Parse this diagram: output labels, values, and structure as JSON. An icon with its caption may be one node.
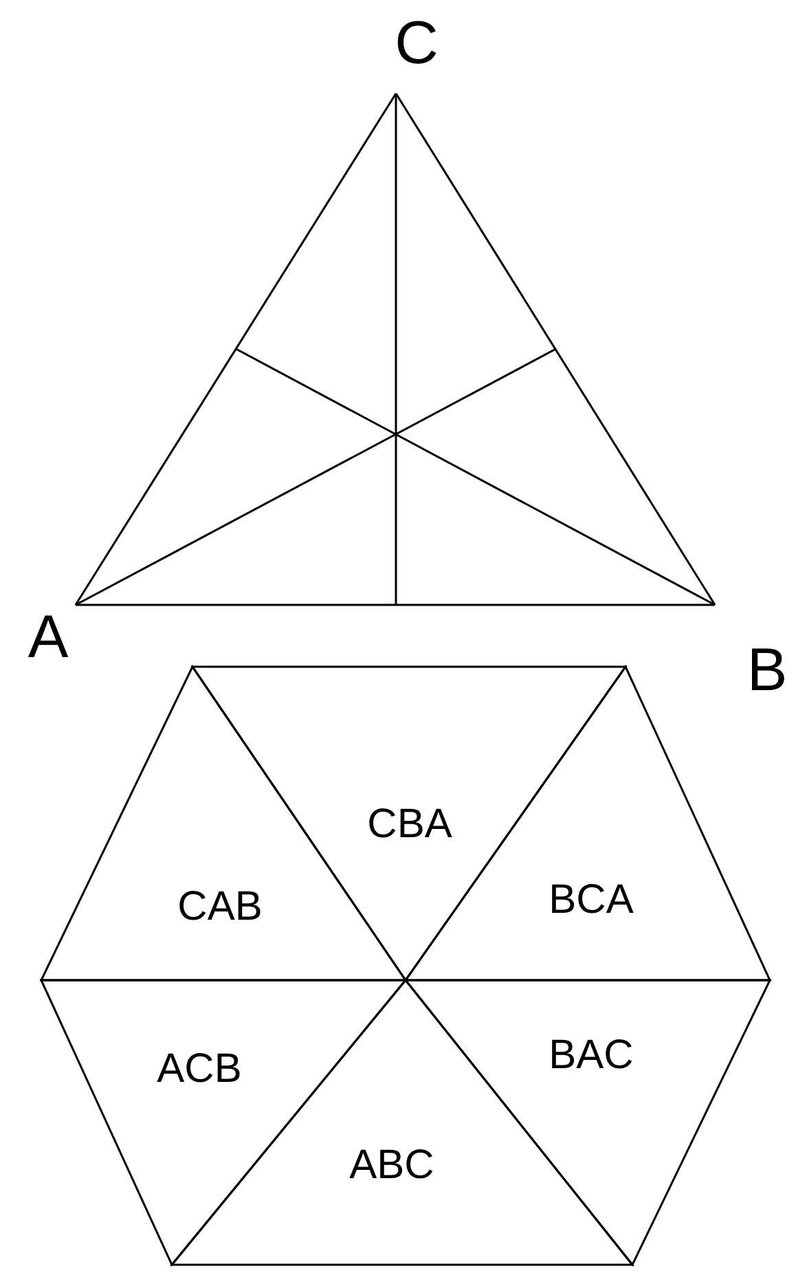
{
  "diagram": {
    "nodes": [
      {
        "text": [
          "CBA"
        ]
      },
      {
        "text": [
          "CAB"
        ]
      },
      {
        "text": [
          "BCA"
        ]
      },
      {
        "text": [
          "ACB"
        ]
      },
      {
        "text": [
          "BAC"
        ]
      },
      {
        "text": [
          "ABC"
        ]
      }
    ],
    "labels": [
      "C",
      "A",
      "B"
    ]
  }
}
